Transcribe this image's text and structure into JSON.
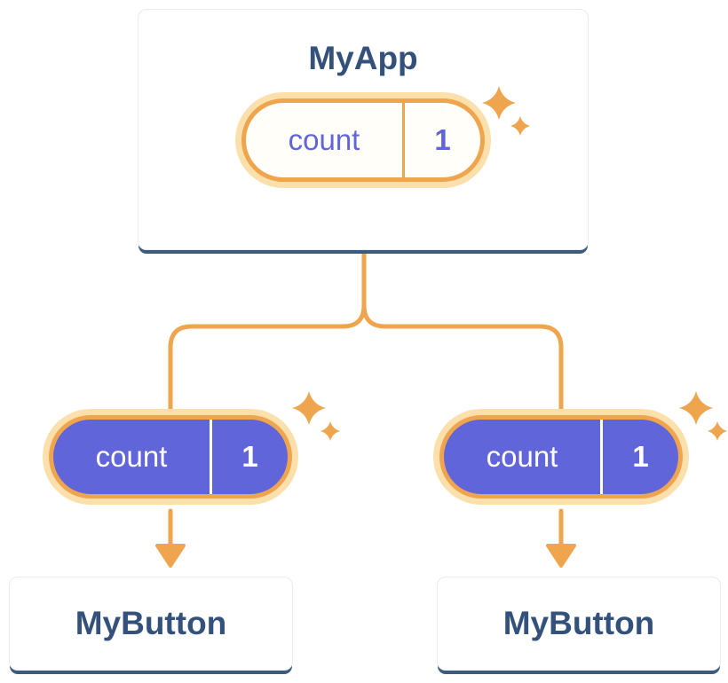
{
  "colors": {
    "accent_orange": "#EFA44E",
    "accent_orange_light": "#FBE0AC",
    "purple": "#6165DA",
    "navy": "#33517B",
    "card_shadow": "#3D5A7A",
    "pill_light_bg": "#FFFEF8"
  },
  "icons": {
    "sparkle_icon": "four-point-star",
    "down_arrow_icon": "triangle-arrow-down"
  },
  "tree": {
    "root": {
      "name": "MyApp",
      "state": {
        "label": "count",
        "value": "1"
      }
    },
    "children": [
      {
        "pill": {
          "label": "count",
          "value": "1"
        },
        "component": "MyButton"
      },
      {
        "pill": {
          "label": "count",
          "value": "1"
        },
        "component": "MyButton"
      }
    ]
  }
}
